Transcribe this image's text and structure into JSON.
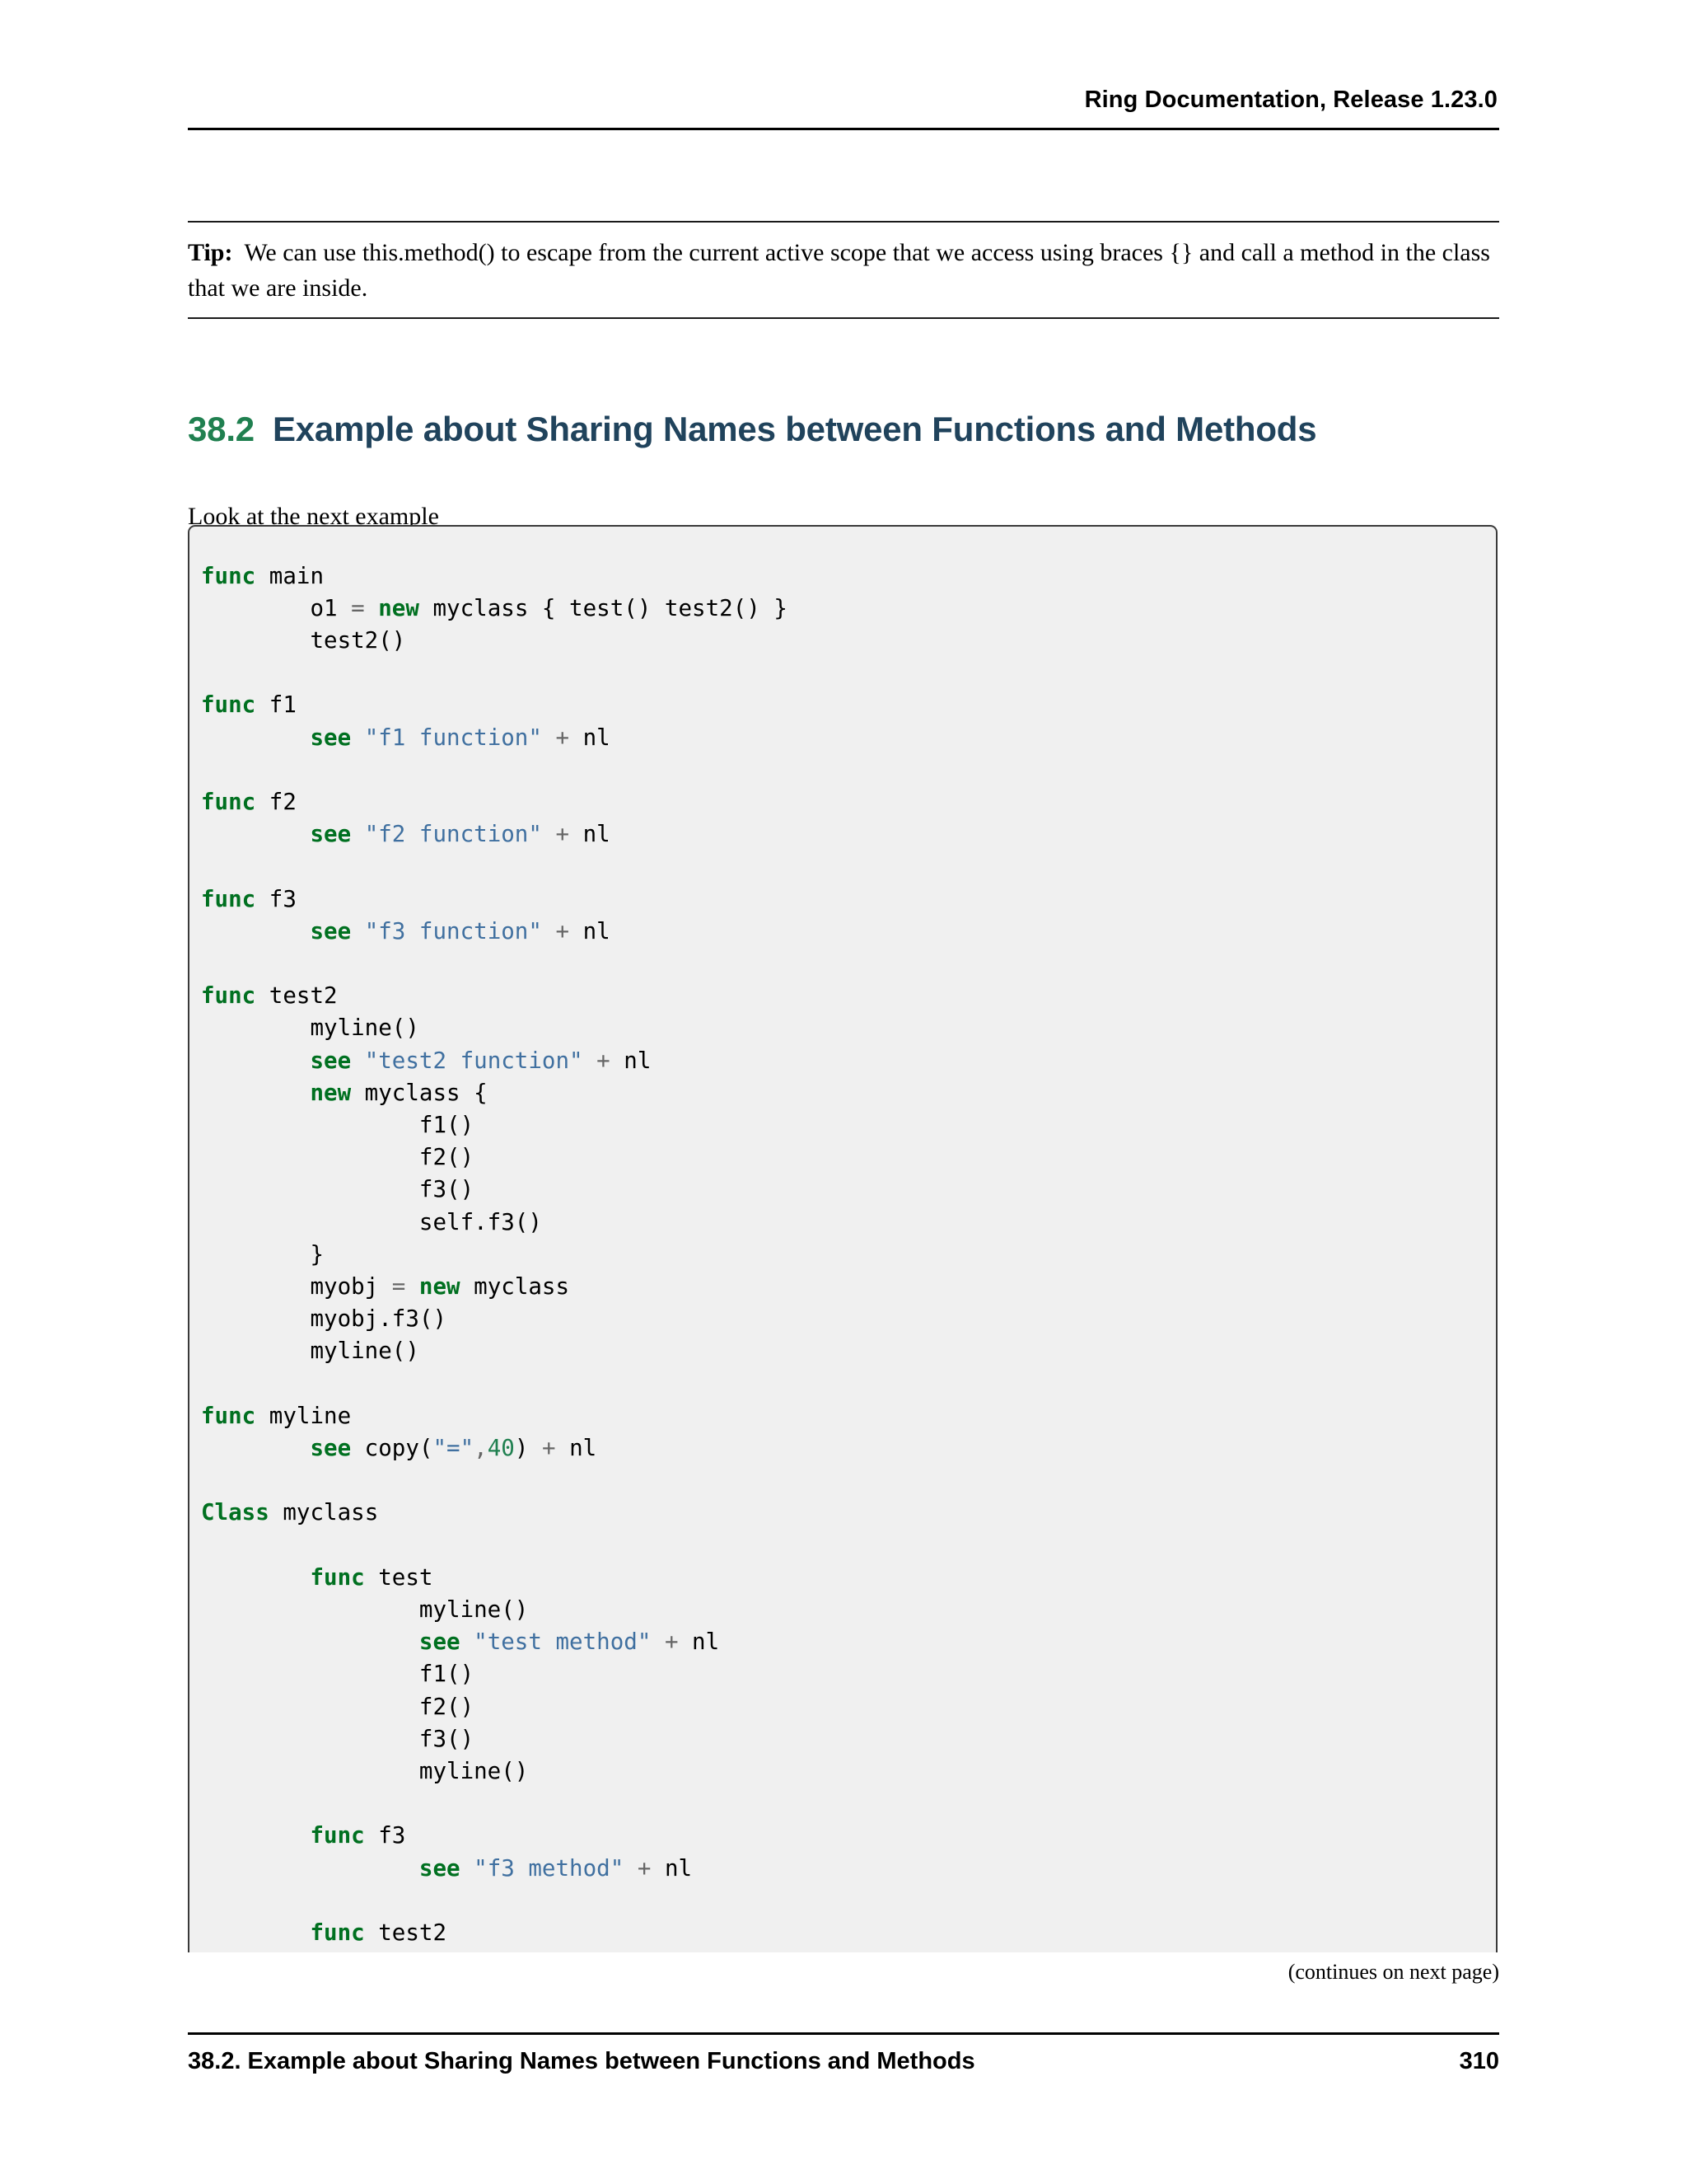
{
  "header": {
    "title": "Ring Documentation, Release 1.23.0"
  },
  "tip": {
    "label": "Tip:",
    "text": "We can use this.method() to escape from the current active scope that we access using braces {} and call a method in the class that we are inside."
  },
  "section": {
    "number": "38.2",
    "title": "Example about Sharing Names between Functions and Methods"
  },
  "intro": {
    "text": "Look at the next example"
  },
  "code": {
    "language": "ring",
    "lines": [
      [
        {
          "t": "func",
          "c": "kw"
        },
        {
          "t": " main",
          "c": "pln"
        }
      ],
      [
        {
          "t": "        o1 ",
          "c": "pln"
        },
        {
          "t": "=",
          "c": "op"
        },
        {
          "t": " ",
          "c": "pln"
        },
        {
          "t": "new",
          "c": "kw"
        },
        {
          "t": " myclass { test() test2() }",
          "c": "pln"
        }
      ],
      [
        {
          "t": "        test2()",
          "c": "pln"
        }
      ],
      [
        {
          "t": "",
          "c": "pln"
        }
      ],
      [
        {
          "t": "func",
          "c": "kw"
        },
        {
          "t": " f1",
          "c": "pln"
        }
      ],
      [
        {
          "t": "        ",
          "c": "pln"
        },
        {
          "t": "see",
          "c": "kw"
        },
        {
          "t": " ",
          "c": "pln"
        },
        {
          "t": "\"f1 function\"",
          "c": "str"
        },
        {
          "t": " ",
          "c": "pln"
        },
        {
          "t": "+",
          "c": "op"
        },
        {
          "t": " nl",
          "c": "pln"
        }
      ],
      [
        {
          "t": "",
          "c": "pln"
        }
      ],
      [
        {
          "t": "func",
          "c": "kw"
        },
        {
          "t": " f2",
          "c": "pln"
        }
      ],
      [
        {
          "t": "        ",
          "c": "pln"
        },
        {
          "t": "see",
          "c": "kw"
        },
        {
          "t": " ",
          "c": "pln"
        },
        {
          "t": "\"f2 function\"",
          "c": "str"
        },
        {
          "t": " ",
          "c": "pln"
        },
        {
          "t": "+",
          "c": "op"
        },
        {
          "t": " nl",
          "c": "pln"
        }
      ],
      [
        {
          "t": "",
          "c": "pln"
        }
      ],
      [
        {
          "t": "func",
          "c": "kw"
        },
        {
          "t": " f3",
          "c": "pln"
        }
      ],
      [
        {
          "t": "        ",
          "c": "pln"
        },
        {
          "t": "see",
          "c": "kw"
        },
        {
          "t": " ",
          "c": "pln"
        },
        {
          "t": "\"f3 function\"",
          "c": "str"
        },
        {
          "t": " ",
          "c": "pln"
        },
        {
          "t": "+",
          "c": "op"
        },
        {
          "t": " nl",
          "c": "pln"
        }
      ],
      [
        {
          "t": "",
          "c": "pln"
        }
      ],
      [
        {
          "t": "func",
          "c": "kw"
        },
        {
          "t": " test2",
          "c": "pln"
        }
      ],
      [
        {
          "t": "        myline()",
          "c": "pln"
        }
      ],
      [
        {
          "t": "        ",
          "c": "pln"
        },
        {
          "t": "see",
          "c": "kw"
        },
        {
          "t": " ",
          "c": "pln"
        },
        {
          "t": "\"test2 function\"",
          "c": "str"
        },
        {
          "t": " ",
          "c": "pln"
        },
        {
          "t": "+",
          "c": "op"
        },
        {
          "t": " nl",
          "c": "pln"
        }
      ],
      [
        {
          "t": "        ",
          "c": "pln"
        },
        {
          "t": "new",
          "c": "kw"
        },
        {
          "t": " myclass {",
          "c": "pln"
        }
      ],
      [
        {
          "t": "                f1()",
          "c": "pln"
        }
      ],
      [
        {
          "t": "                f2()",
          "c": "pln"
        }
      ],
      [
        {
          "t": "                f3()",
          "c": "pln"
        }
      ],
      [
        {
          "t": "                self.f3()",
          "c": "pln"
        }
      ],
      [
        {
          "t": "        }",
          "c": "pln"
        }
      ],
      [
        {
          "t": "        myobj ",
          "c": "pln"
        },
        {
          "t": "=",
          "c": "op"
        },
        {
          "t": " ",
          "c": "pln"
        },
        {
          "t": "new",
          "c": "kw"
        },
        {
          "t": " myclass",
          "c": "pln"
        }
      ],
      [
        {
          "t": "        myobj.f3()",
          "c": "pln"
        }
      ],
      [
        {
          "t": "        myline()",
          "c": "pln"
        }
      ],
      [
        {
          "t": "",
          "c": "pln"
        }
      ],
      [
        {
          "t": "func",
          "c": "kw"
        },
        {
          "t": " myline",
          "c": "pln"
        }
      ],
      [
        {
          "t": "        ",
          "c": "pln"
        },
        {
          "t": "see",
          "c": "kw"
        },
        {
          "t": " copy(",
          "c": "pln"
        },
        {
          "t": "\"=\"",
          "c": "str"
        },
        {
          "t": ",",
          "c": "op"
        },
        {
          "t": "40",
          "c": "num"
        },
        {
          "t": ")",
          "c": "pln"
        },
        {
          "t": " ",
          "c": "pln"
        },
        {
          "t": "+",
          "c": "op"
        },
        {
          "t": " nl",
          "c": "pln"
        }
      ],
      [
        {
          "t": "",
          "c": "pln"
        }
      ],
      [
        {
          "t": "Class",
          "c": "kw"
        },
        {
          "t": " myclass",
          "c": "pln"
        }
      ],
      [
        {
          "t": "",
          "c": "pln"
        }
      ],
      [
        {
          "t": "        ",
          "c": "pln"
        },
        {
          "t": "func",
          "c": "kw"
        },
        {
          "t": " test",
          "c": "pln"
        }
      ],
      [
        {
          "t": "                myline()",
          "c": "pln"
        }
      ],
      [
        {
          "t": "                ",
          "c": "pln"
        },
        {
          "t": "see",
          "c": "kw"
        },
        {
          "t": " ",
          "c": "pln"
        },
        {
          "t": "\"test method\"",
          "c": "str"
        },
        {
          "t": " ",
          "c": "pln"
        },
        {
          "t": "+",
          "c": "op"
        },
        {
          "t": " nl",
          "c": "pln"
        }
      ],
      [
        {
          "t": "                f1()",
          "c": "pln"
        }
      ],
      [
        {
          "t": "                f2()",
          "c": "pln"
        }
      ],
      [
        {
          "t": "                f3()",
          "c": "pln"
        }
      ],
      [
        {
          "t": "                myline()",
          "c": "pln"
        }
      ],
      [
        {
          "t": "",
          "c": "pln"
        }
      ],
      [
        {
          "t": "        ",
          "c": "pln"
        },
        {
          "t": "func",
          "c": "kw"
        },
        {
          "t": " f3",
          "c": "pln"
        }
      ],
      [
        {
          "t": "                ",
          "c": "pln"
        },
        {
          "t": "see",
          "c": "kw"
        },
        {
          "t": " ",
          "c": "pln"
        },
        {
          "t": "\"f3 method\"",
          "c": "str"
        },
        {
          "t": " ",
          "c": "pln"
        },
        {
          "t": "+",
          "c": "op"
        },
        {
          "t": " nl",
          "c": "pln"
        }
      ],
      [
        {
          "t": "",
          "c": "pln"
        }
      ],
      [
        {
          "t": "        ",
          "c": "pln"
        },
        {
          "t": "func",
          "c": "kw"
        },
        {
          "t": " test2",
          "c": "pln"
        }
      ]
    ]
  },
  "continues": {
    "text": "(continues on next page)"
  },
  "footer": {
    "section_ref": "38.2.  Example about Sharing Names between Functions and Methods",
    "page_number": "310"
  }
}
